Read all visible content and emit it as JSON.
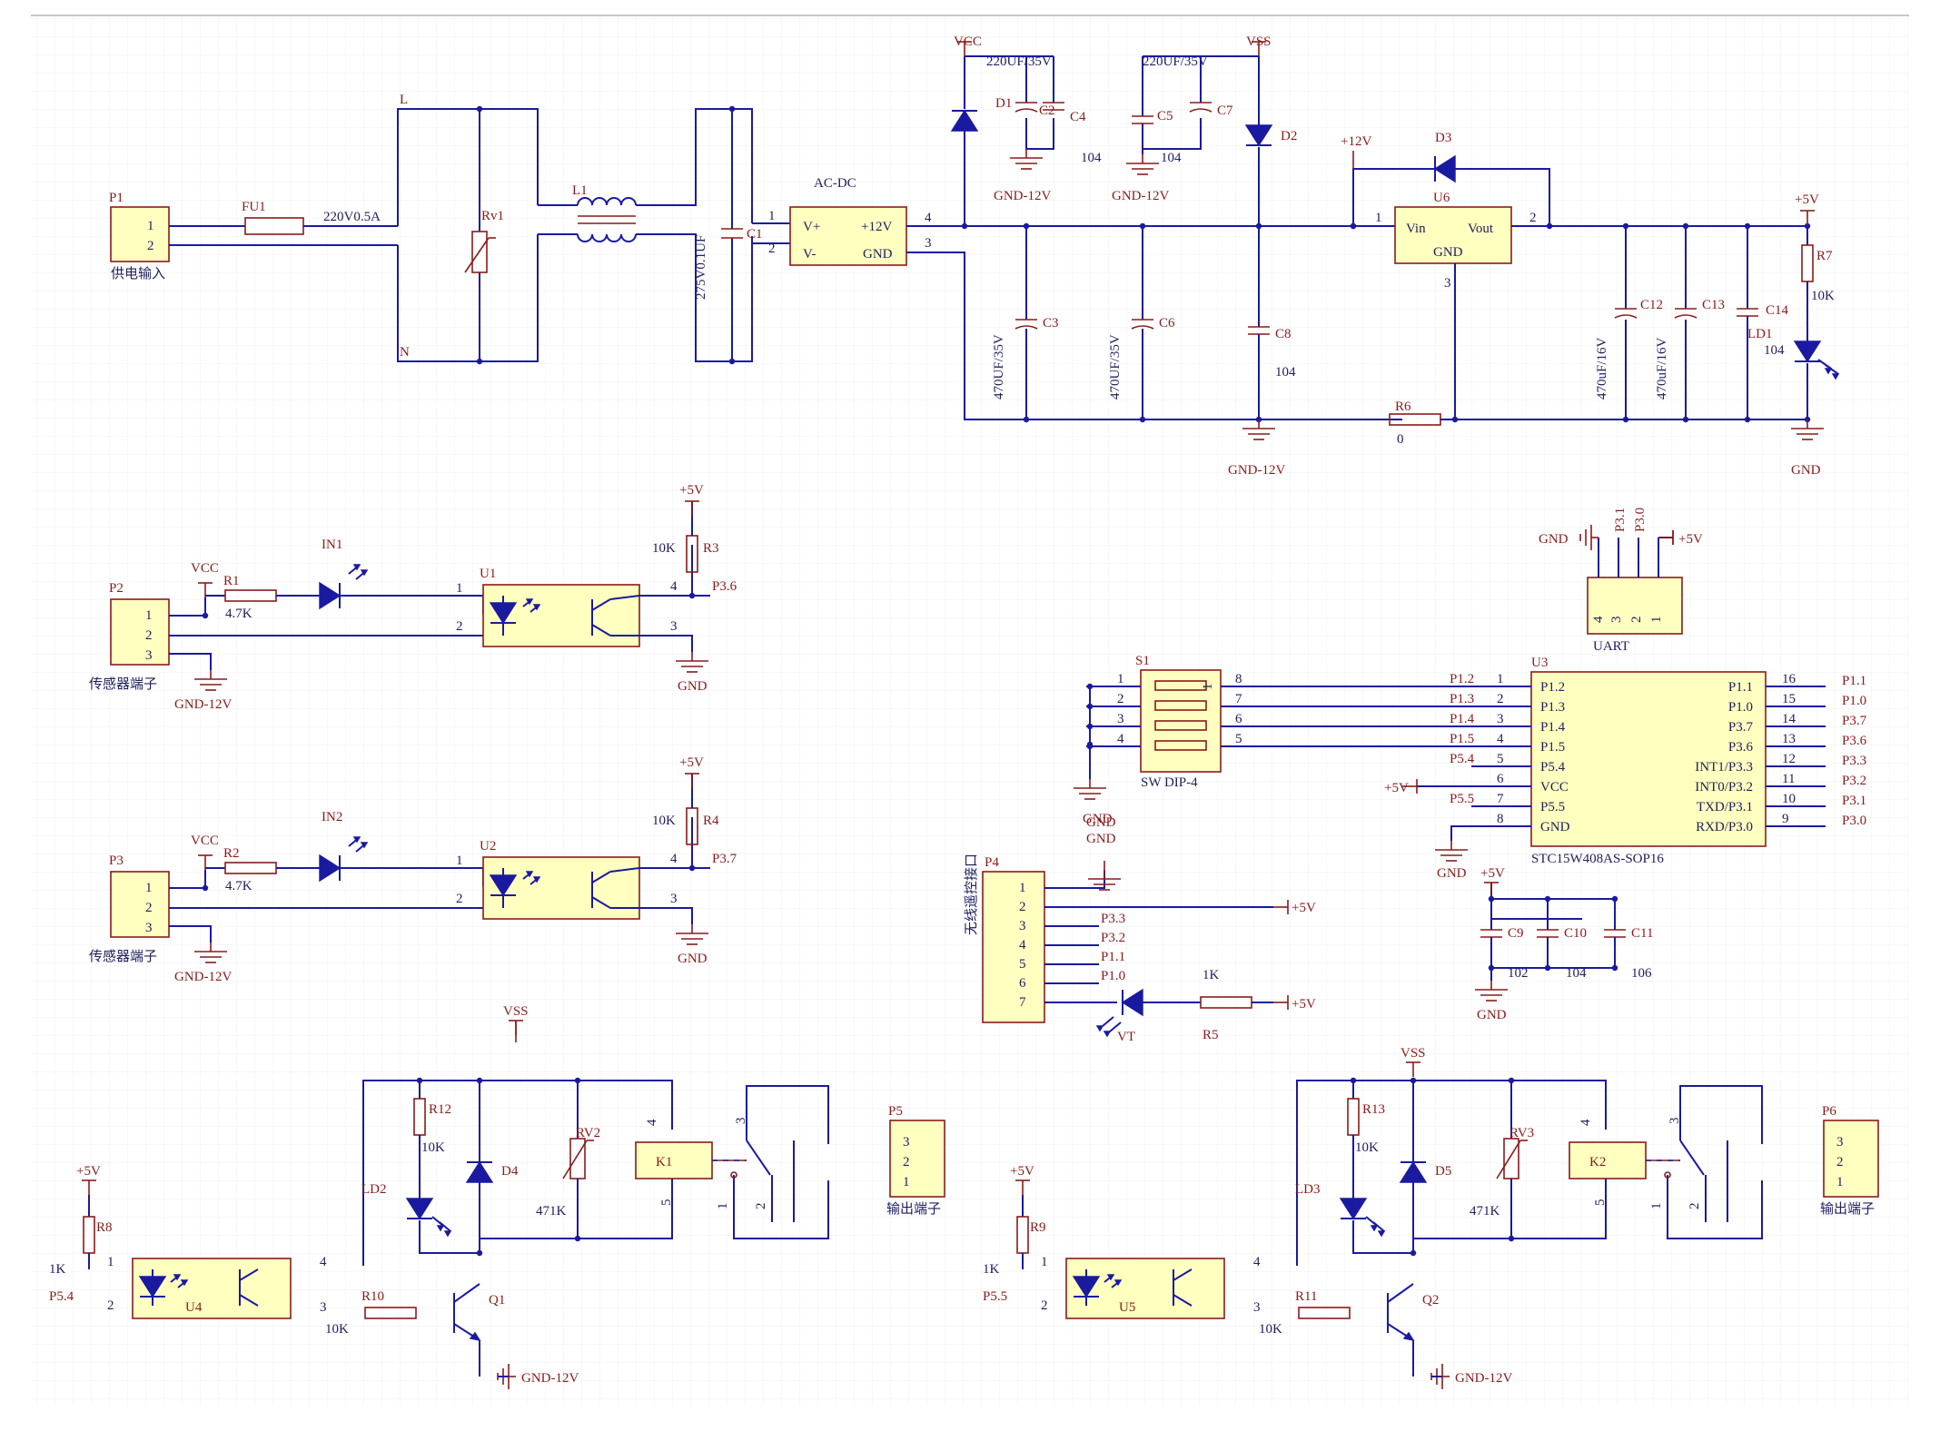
{
  "power": {
    "p1": "P1",
    "p1_pin1": "1",
    "p1_pin2": "2",
    "p1_desc": "供电输入",
    "fu1": "FU1",
    "fu1_val": "220V0.5A",
    "l_net": "L",
    "n_net": "N",
    "rv1": "Rv1",
    "l1": "L1",
    "c1": "C1",
    "c1_val": "275V0.1UF",
    "acdc_title": "AC-DC",
    "acdc_vp": "V+",
    "acdc_vm": "V-",
    "acdc_12v": "+12V",
    "acdc_gnd": "GND",
    "acdc_p1": "1",
    "acdc_p2": "2",
    "acdc_p3": "3",
    "acdc_p4": "4",
    "vcc": "VCC",
    "vss": "VSS",
    "cap_220a": "220UF/35V",
    "cap_220b": "220UF/35V",
    "d1": "D1",
    "c2": "C2",
    "c4": "C4",
    "c4_val": "104",
    "c5": "C5",
    "c7": "C7",
    "c5_val": "104",
    "d2": "D2",
    "gnd12": "GND-12V",
    "c3": "C3",
    "c3_val": "470UF/35V",
    "c6": "C6",
    "c6_val": "470UF/35V",
    "c8": "C8",
    "c8_val": "104",
    "plus12v": "+12V",
    "d3": "D3",
    "u6": "U6",
    "u6_vin": "Vin",
    "u6_vout": "Vout",
    "u6_gnd": "GND",
    "u6_p1": "1",
    "u6_p2": "2",
    "u6_p3": "3",
    "r6": "R6",
    "r6_val": "0",
    "plus5v": "+5V",
    "c12": "C12",
    "c12_val": "470uF/16V",
    "c13": "C13",
    "c13_val": "470uF/16V",
    "c14": "C14",
    "ld1": "LD1",
    "c14_val": "104",
    "r7": "R7",
    "r7_val": "10K",
    "gnd": "GND"
  },
  "sensors": [
    {
      "conn": "P2",
      "vcc": "VCC",
      "r": "R1",
      "rval": "4.7K",
      "led": "IN1",
      "opto": "U1",
      "plus5v": "+5V",
      "rp": "R3",
      "rpval": "10K",
      "net": "P3.6",
      "desc": "传感器端子",
      "gnd12": "GND-12V",
      "gnd": "GND",
      "pins": [
        "1",
        "2",
        "3"
      ],
      "opins": [
        "1",
        "2",
        "3",
        "4"
      ]
    },
    {
      "conn": "P3",
      "vcc": "VCC",
      "r": "R2",
      "rval": "4.7K",
      "led": "IN2",
      "opto": "U2",
      "plus5v": "+5V",
      "rp": "R4",
      "rpval": "10K",
      "net": "P3.7",
      "desc": "传感器端子",
      "gnd12": "GND-12V",
      "gnd": "GND",
      "pins": [
        "1",
        "2",
        "3"
      ],
      "opins": [
        "1",
        "2",
        "3",
        "4"
      ]
    }
  ],
  "uart": {
    "name": "UART",
    "gnd": "GND",
    "p31": "P3.1",
    "p30": "P3.0",
    "plus5v": "+5V",
    "pins": [
      "4",
      "3",
      "2",
      "1"
    ]
  },
  "switch": {
    "name": "S1",
    "type": "SW DIP-4",
    "left_pins": [
      "1",
      "2",
      "3",
      "4"
    ],
    "right_pins": [
      "8",
      "7",
      "6",
      "5"
    ],
    "gnd": "GND",
    "tab": "1"
  },
  "mcu": {
    "name": "U3",
    "part": "STC15W408AS-SOP16",
    "left": [
      {
        "net": "P1.2",
        "pin": "1",
        "label": "P1.2"
      },
      {
        "net": "P1.3",
        "pin": "2",
        "label": "P1.3"
      },
      {
        "net": "P1.4",
        "pin": "3",
        "label": "P1.4"
      },
      {
        "net": "P1.5",
        "pin": "4",
        "label": "P1.5"
      },
      {
        "net": "P5.4",
        "pin": "5",
        "label": "P5.4"
      },
      {
        "net": "+5V",
        "pin": "6",
        "label": "VCC"
      },
      {
        "net": "P5.5",
        "pin": "7",
        "label": "P5.5"
      },
      {
        "net": "",
        "pin": "8",
        "label": "GND"
      }
    ],
    "right": [
      {
        "pin": "16",
        "label": "P1.1",
        "net": "P1.1"
      },
      {
        "pin": "15",
        "label": "P1.0",
        "net": "P1.0"
      },
      {
        "pin": "14",
        "label": "P3.7",
        "net": "P3.7"
      },
      {
        "pin": "13",
        "label": "P3.6",
        "net": "P3.6"
      },
      {
        "pin": "12",
        "label": "INT1/P3.3",
        "net": "P3.3"
      },
      {
        "pin": "11",
        "label": "INT0/P3.2",
        "net": "P3.2"
      },
      {
        "pin": "10",
        "label": "TXD/P3.1",
        "net": "P3.1"
      },
      {
        "pin": "9",
        "label": "RXD/P3.0",
        "net": "P3.0"
      }
    ],
    "gnd": "GND"
  },
  "decoupling": {
    "plus5v": "+5V",
    "c9": "C9",
    "c10": "C10",
    "c11": "C11",
    "v9": "102",
    "v10": "104",
    "v11": "106",
    "gnd": "GND"
  },
  "wireless": {
    "name": "P4",
    "desc": "无线遥控接口",
    "gnd": "GND",
    "pins": [
      "1",
      "2",
      "3",
      "4",
      "5",
      "6",
      "7"
    ],
    "nets": [
      "P3.3",
      "P3.2",
      "P1.1",
      "P1.0"
    ],
    "plus5v_a": "+5V",
    "plus5v_b": "+5V",
    "r5": "R5",
    "r5_val": "1K",
    "vt": "VT"
  },
  "relays": [
    {
      "vss": "VSS",
      "rlim": "R12",
      "rlim_val": "10K",
      "led": "LD2",
      "diode": "D4",
      "rv": "RV2",
      "rv_val": "471K",
      "relay": "K1",
      "conn": "P5",
      "desc": "输出端子",
      "plus5v": "+5V",
      "rin": "R8",
      "rin_val": "1K",
      "net": "P5.4",
      "opto": "U4",
      "rb": "R10",
      "rb_val": "10K",
      "q": "Q1",
      "gnd12": "GND-12V",
      "conn_pins": [
        "3",
        "2",
        "1"
      ],
      "k_pins": [
        "4",
        "5",
        "3",
        "1",
        "2"
      ],
      "o_pins": [
        "1",
        "2",
        "3",
        "4"
      ]
    },
    {
      "vss": "VSS",
      "rlim": "R13",
      "rlim_val": "10K",
      "led": "LD3",
      "diode": "D5",
      "rv": "RV3",
      "rv_val": "471K",
      "relay": "K2",
      "conn": "P6",
      "desc": "输出端子",
      "plus5v": "+5V",
      "rin": "R9",
      "rin_val": "1K",
      "net": "P5.5",
      "opto": "U5",
      "rb": "R11",
      "rb_val": "10K",
      "q": "Q2",
      "gnd12": "GND-12V",
      "conn_pins": [
        "3",
        "2",
        "1"
      ],
      "k_pins": [
        "4",
        "5",
        "3",
        "1",
        "2"
      ],
      "o_pins": [
        "1",
        "2",
        "3",
        "4"
      ]
    }
  ],
  "colors": {
    "wire": "#1a1aa0",
    "component": "#8a1a1a",
    "fill": "#ffffc0",
    "grid": "#f0f0f0"
  }
}
